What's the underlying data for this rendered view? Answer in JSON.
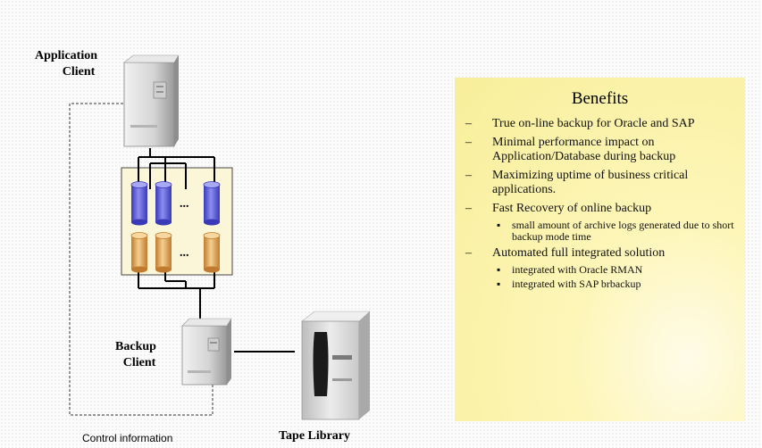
{
  "diagram": {
    "application_client_label_line1": "Application",
    "application_client_label_line2": "Client",
    "backup_client_label_line1": "Backup",
    "backup_client_label_line2": "Client",
    "tape_library_label": "Tape Library",
    "control_information_label": "Control information",
    "ellipsis_top": "...",
    "ellipsis_bottom": "..."
  },
  "benefits": {
    "title": "Benefits",
    "dash": "–",
    "bullet": "▪",
    "items": [
      {
        "text": "True on-line backup for Oracle and SAP"
      },
      {
        "text": "Minimal performance impact on Application/Database during backup"
      },
      {
        "text": "Maximizing uptime of business critical applications."
      },
      {
        "text": "Fast Recovery of online backup",
        "sub": [
          "small amount of archive logs generated due to short backup mode time"
        ]
      },
      {
        "text": "Automated full integrated solution",
        "sub": [
          "integrated with Oracle RMAN",
          "integrated with SAP brbackup"
        ]
      }
    ]
  },
  "colors": {
    "disk_primary": "#5a5ad0",
    "disk_secondary": "#d9a35a",
    "storage_box": "#fbf6d8",
    "panel": "#f8ee9a",
    "server": "#d3d3d3"
  }
}
